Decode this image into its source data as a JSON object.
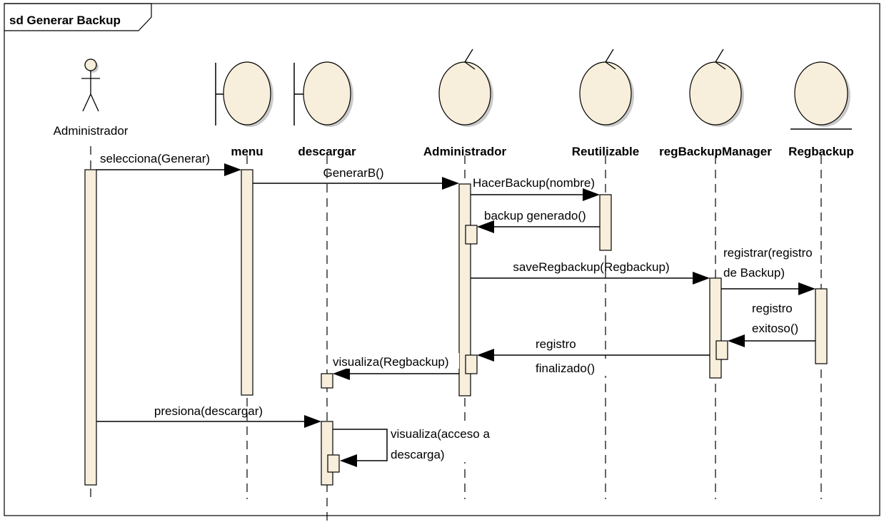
{
  "frame": {
    "title": "sd Generar Backup"
  },
  "actor": {
    "name": "Administrador",
    "icon": "actor-stick-figure-icon"
  },
  "lifelines": [
    {
      "id": "menu",
      "name": "menu",
      "stereotype": "boundary",
      "icon": "boundary-icon"
    },
    {
      "id": "descargar",
      "name": "descargar",
      "stereotype": "boundary",
      "icon": "boundary-icon"
    },
    {
      "id": "administrador",
      "name": "Administrador",
      "stereotype": "control",
      "icon": "control-icon"
    },
    {
      "id": "reutilizable",
      "name": "Reutilizable",
      "stereotype": "control",
      "icon": "control-icon"
    },
    {
      "id": "regbackupmanager",
      "name": "regBackupManager",
      "stereotype": "control",
      "icon": "control-icon"
    },
    {
      "id": "regbackup",
      "name": "Regbackup",
      "stereotype": "entity",
      "icon": "entity-icon"
    }
  ],
  "messages": [
    {
      "from": "Administrador (actor)",
      "to": "menu",
      "label_lines": [
        "selecciona(Generar)"
      ]
    },
    {
      "from": "menu",
      "to": "Administrador",
      "label_lines": [
        "GenerarB()"
      ]
    },
    {
      "from": "Administrador",
      "to": "Reutilizable",
      "label_lines": [
        "HacerBackup(nombre)"
      ]
    },
    {
      "from": "Reutilizable",
      "to": "Administrador",
      "label_lines": [
        "backup generado()"
      ]
    },
    {
      "from": "Administrador",
      "to": "regBackupManager",
      "label_lines": [
        "saveRegbackup(Regbackup)"
      ]
    },
    {
      "from": "regBackupManager",
      "to": "Regbackup",
      "label_lines": [
        "registrar(registro",
        "de Backup)"
      ]
    },
    {
      "from": "Regbackup",
      "to": "regBackupManager",
      "label_lines": [
        "registro",
        "exitoso()"
      ]
    },
    {
      "from": "regBackupManager",
      "to": "Administrador",
      "label_lines": [
        "registro",
        "finalizado()"
      ]
    },
    {
      "from": "Administrador",
      "to": "descargar",
      "label_lines": [
        "visualiza(Regbackup)"
      ]
    },
    {
      "from": "Administrador (actor)",
      "to": "descargar",
      "label_lines": [
        "presiona(descargar)"
      ]
    },
    {
      "from": "descargar",
      "to": "descargar",
      "label_lines": [
        "visualiza(acceso a",
        "descarga)"
      ]
    }
  ],
  "colors": {
    "object_fill": "#f7eedb",
    "line": "#000000",
    "shadow": "#c9c9c9",
    "background": "#ffffff"
  }
}
